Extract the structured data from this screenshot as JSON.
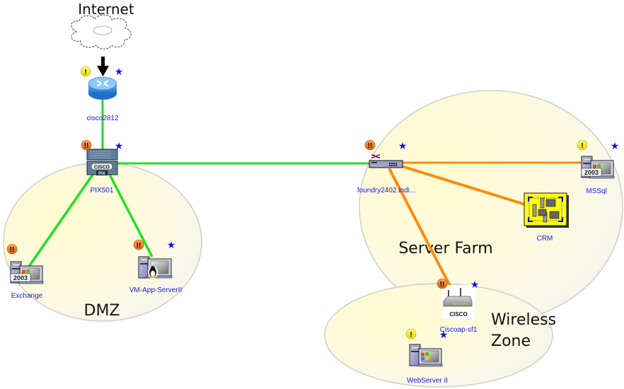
{
  "diagram": {
    "colors": {
      "link_up": "#22e022",
      "link_warn": "#ff8a10",
      "label": "#1a1adc",
      "zone_fill": "#fdfbd8",
      "zone_stroke": "#cfcfc4",
      "star": "#1010e0",
      "alert_critical": "#f07818",
      "alert_warning": "#f4ea2a"
    },
    "internet": {
      "label": "Internet",
      "icon": "cloud-icon"
    },
    "zones": [
      {
        "id": "dmz",
        "label": "DMZ"
      },
      {
        "id": "server-farm",
        "label": "Server Farm"
      },
      {
        "id": "wireless",
        "label_line1": "Wireless",
        "label_line2": "Zone"
      }
    ],
    "nodes": [
      {
        "id": "cisco2812",
        "label": "cisco2812",
        "icon": "router-icon",
        "alert": "warning",
        "starred": true
      },
      {
        "id": "pix501",
        "label": "PIX501",
        "icon": "firewall-icon",
        "icon_text_top": "CISCO",
        "icon_text_bottom": "PIX",
        "alert": "critical",
        "starred": true
      },
      {
        "id": "exchange",
        "label": "Exchange",
        "icon": "windows-server-icon",
        "icon_text": "2003",
        "alert": "critical",
        "starred": false
      },
      {
        "id": "vm-app",
        "label": "VM-App-ServerII",
        "icon": "linux-server-icon",
        "alert": "critical",
        "starred": true
      },
      {
        "id": "foundry",
        "label": "foundry2402.indi...",
        "icon": "switch-icon",
        "alert": "critical",
        "starred": true
      },
      {
        "id": "mssql",
        "label": "MSSql",
        "icon": "windows-server-icon",
        "icon_text": "2003",
        "alert": "warning",
        "starred": true
      },
      {
        "id": "crm",
        "label": "CRM",
        "icon": "server-group-icon",
        "alert": "none",
        "starred": false
      },
      {
        "id": "ciscoap",
        "label": "Ciscoap-sf1",
        "icon": "wireless-ap-icon",
        "icon_text": "CISCO",
        "alert": "critical",
        "starred": true
      },
      {
        "id": "webserver",
        "label": "WebServer II",
        "icon": "windows-server-icon",
        "alert": "warning",
        "starred": true
      }
    ],
    "links": [
      {
        "from": "internet",
        "to": "cisco2812",
        "status": "uplink"
      },
      {
        "from": "cisco2812",
        "to": "pix501",
        "status": "up"
      },
      {
        "from": "pix501",
        "to": "foundry",
        "status": "up"
      },
      {
        "from": "pix501",
        "to": "exchange",
        "status": "up"
      },
      {
        "from": "pix501",
        "to": "vm-app",
        "status": "up"
      },
      {
        "from": "foundry",
        "to": "mssql",
        "status": "degraded"
      },
      {
        "from": "foundry",
        "to": "crm",
        "status": "degraded"
      },
      {
        "from": "foundry",
        "to": "ciscoap",
        "status": "degraded"
      }
    ]
  }
}
